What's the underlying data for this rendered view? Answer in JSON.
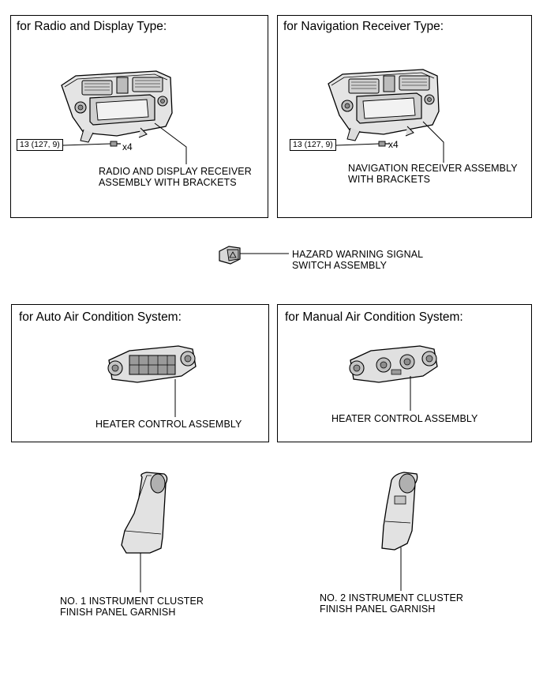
{
  "panels": {
    "radio_display": {
      "title": "for Radio and Display Type:",
      "torque": "13 (127, 9)",
      "quantity": "x4",
      "label_line1": "RADIO AND DISPLAY RECEIVER",
      "label_line2": "ASSEMBLY WITH BRACKETS"
    },
    "navigation": {
      "title": "for Navigation Receiver Type:",
      "torque": "13 (127, 9)",
      "quantity": "x4",
      "label_line1": "NAVIGATION RECEIVER ASSEMBLY",
      "label_line2": "WITH BRACKETS"
    },
    "auto_ac": {
      "title": "for Auto Air Condition System:",
      "label": "HEATER CONTROL ASSEMBLY"
    },
    "manual_ac": {
      "title": "for Manual Air Condition System:",
      "label": "HEATER CONTROL ASSEMBLY"
    }
  },
  "hazard_switch": {
    "label_line1": "HAZARD WARNING SIGNAL",
    "label_line2": "SWITCH ASSEMBLY"
  },
  "garnish_1": {
    "label_line1": "NO. 1 INSTRUMENT CLUSTER",
    "label_line2": "FINISH PANEL GARNISH"
  },
  "garnish_2": {
    "label_line1": "NO. 2 INSTRUMENT CLUSTER",
    "label_line2": "FINISH PANEL GARNISH"
  }
}
